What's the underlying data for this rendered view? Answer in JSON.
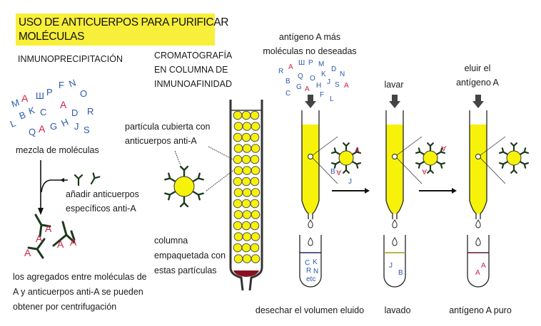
{
  "title": {
    "line1": "USO DE ANTICUERPOS PARA PURIFICAR",
    "line2": "MOLÉCULAS"
  },
  "immunoprecipitation": {
    "heading": "INMUNOPRECIPITACIÓN",
    "mixture_letters": [
      "M",
      "A",
      "Ш",
      "P",
      "F",
      "N",
      "O",
      "L",
      "B",
      "K",
      "C",
      "A",
      "D",
      "R",
      "Q",
      "A",
      "G",
      "H",
      "J",
      "S"
    ],
    "mixture_label": "mezcla de moléculas",
    "add_label_1": "añadir anticuerpos",
    "add_label_2": "específicos anti-A",
    "aggregate_letters": [
      "A",
      "A",
      "A",
      "A",
      "A"
    ],
    "result_1": "los agregados entre moléculas de",
    "result_2": "A y anticuerpos anti-A se pueden",
    "result_3": "obtener por centrifugación"
  },
  "chromatography": {
    "heading_1": "CROMATOGRAFÍA",
    "heading_2": "EN COLUMNA DE",
    "heading_3": "INMUNOAFINIDAD",
    "particle_label_1": "partícula cubierta con",
    "particle_label_2": "anticuerpos anti-A",
    "column_label_1": "columna",
    "column_label_2": "empaquetada con",
    "column_label_3": "estas partículas"
  },
  "steps": [
    {
      "top_1": "antígeno A más",
      "top_2": "moléculas no deseadas",
      "bottom": "desechar el volumen eluido",
      "input_letters": [
        "R",
        "A",
        "Ш",
        "P",
        "M",
        "D",
        "N",
        "B",
        "Q",
        "O",
        "K",
        "G",
        "A",
        "H",
        "J",
        "S",
        "A",
        "C",
        "F",
        "L"
      ],
      "bound_letters": [
        "A",
        "B",
        "A",
        "J"
      ],
      "tube_letters": [
        "C",
        "K",
        "R",
        "N",
        "etc"
      ]
    },
    {
      "top_1": "lavar",
      "bottom": "lavado",
      "bound_letters": [
        "A",
        "A"
      ],
      "tube_letters": [
        "J",
        "B"
      ]
    },
    {
      "top_1": "eluir el",
      "top_2": "antígeno A",
      "bottom": "antígeno A puro",
      "tube_letters": [
        "A",
        "A"
      ]
    }
  ],
  "colors": {
    "yellow": "#f7f20a",
    "blue": "#2a5aa8",
    "red": "#d0204a",
    "antibody": "#1d3a1d",
    "band": "#8a1020"
  }
}
